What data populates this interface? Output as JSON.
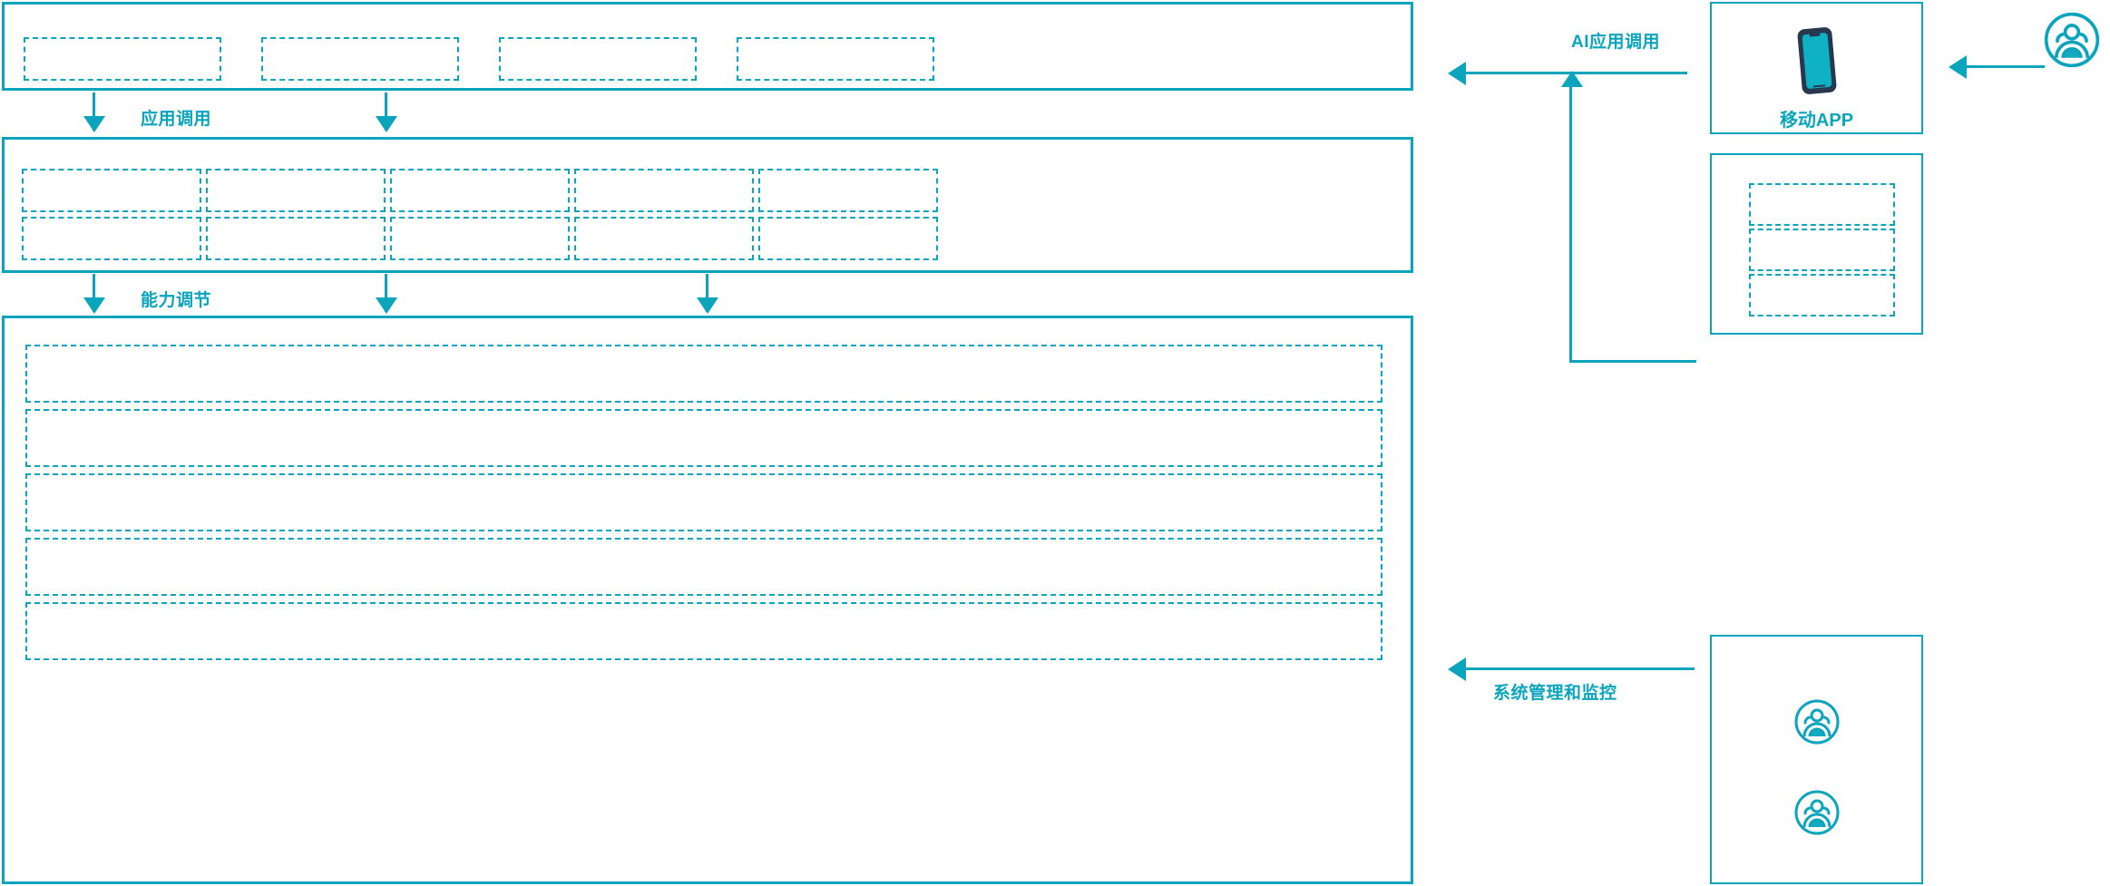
{
  "theme": {
    "accent": "#0aa5bd",
    "phone_frame": "#27384f",
    "phone_screen": "#0fb1c4",
    "background": "#ffffff"
  },
  "left_stack": {
    "application_layer": {
      "name": "application-layer-panel",
      "boxes": [
        {
          "label": ""
        },
        {
          "label": ""
        },
        {
          "label": ""
        },
        {
          "label": ""
        }
      ]
    },
    "capability_layer": {
      "name": "capability-layer-panel",
      "rows": [
        [
          {
            "label": ""
          },
          {
            "label": ""
          },
          {
            "label": ""
          },
          {
            "label": ""
          },
          {
            "label": ""
          }
        ],
        [
          {
            "label": ""
          },
          {
            "label": ""
          },
          {
            "label": ""
          },
          {
            "label": ""
          },
          {
            "label": ""
          }
        ]
      ]
    },
    "platform_layer": {
      "name": "platform-layer-panel",
      "strips": [
        {
          "label": ""
        },
        {
          "label": ""
        },
        {
          "label": ""
        },
        {
          "label": ""
        },
        {
          "label": ""
        }
      ]
    }
  },
  "flows": {
    "application_call": "应用调用",
    "capability_adjust": "能力调节",
    "ai_application_call": "AI应用调用",
    "system_management_monitoring": "系统管理和监控"
  },
  "right_stack": {
    "mobile_app": {
      "label": "移动APP",
      "icon": "smartphone-icon"
    },
    "middle_panel": {
      "name": "client-channel-panel",
      "boxes": [
        {
          "label": ""
        },
        {
          "label": ""
        },
        {
          "label": ""
        }
      ]
    },
    "operations_panel": {
      "name": "operations-panel",
      "icons": [
        {
          "icon": "user-group-icon"
        },
        {
          "icon": "user-group-icon"
        }
      ]
    },
    "external_user": {
      "icon": "user-group-icon"
    }
  }
}
